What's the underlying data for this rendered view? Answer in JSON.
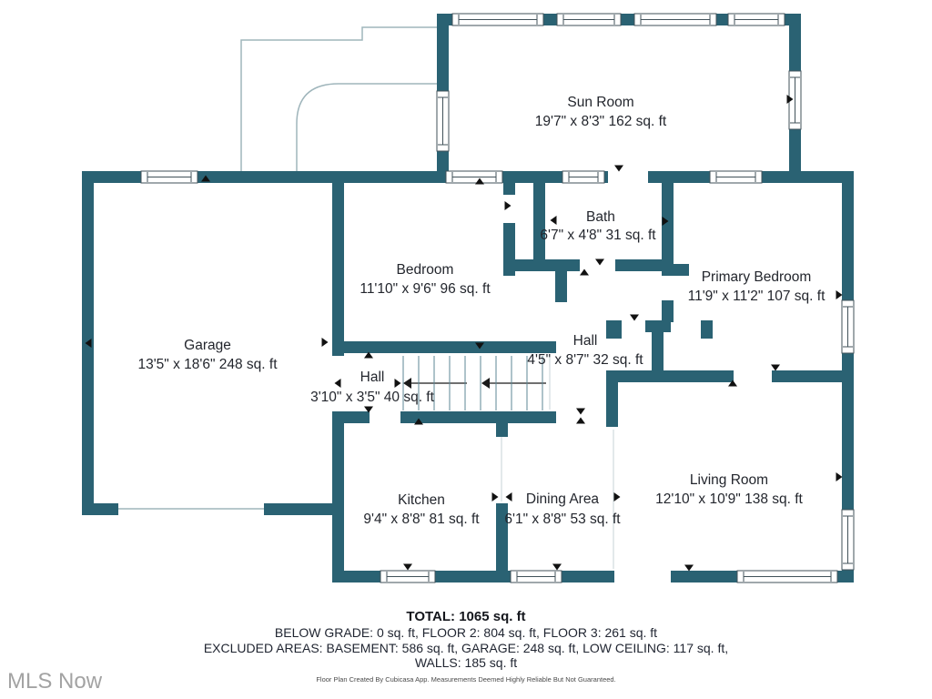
{
  "colors": {
    "wall": "#2a6273",
    "outline": "#9fb5bb",
    "text": "#23262d",
    "marker": "#111111",
    "watermark": "#a3a3a3"
  },
  "watermark": "MLS Now",
  "rooms": [
    {
      "name": "Sun Room",
      "dims": "19'7\" x 8'3\" 162 sq. ft"
    },
    {
      "name": "Bath",
      "dims": "6'7\" x 4'8\" 31 sq. ft"
    },
    {
      "name": "Bedroom",
      "dims": "11'10\" x 9'6\" 96 sq. ft"
    },
    {
      "name": "Primary Bedroom",
      "dims": "11'9\" x 11'2\" 107 sq. ft"
    },
    {
      "name": "Garage",
      "dims": "13'5\" x 18'6\" 248 sq. ft"
    },
    {
      "name": "Hall",
      "dims": "4'5\" x 8'7\" 32 sq. ft"
    },
    {
      "name": "Hall",
      "dims": "3'10\" x 3'5\" 40 sq. ft"
    },
    {
      "name": "Kitchen",
      "dims": "9'4\" x 8'8\" 81 sq. ft"
    },
    {
      "name": "Dining Area",
      "dims": "6'1\" x 8'8\" 53 sq. ft"
    },
    {
      "name": "Living Room",
      "dims": "12'10\" x 10'9\" 138 sq. ft"
    }
  ],
  "summary": {
    "total": "TOTAL: 1065 sq. ft",
    "line1": "BELOW GRADE: 0 sq. ft, FLOOR 2: 804 sq. ft, FLOOR 3: 261 sq. ft",
    "line2": "EXCLUDED AREAS: BASEMENT: 586 sq. ft, GARAGE: 248 sq. ft, LOW CEILING: 117 sq. ft,",
    "line3": "WALLS: 185 sq. ft",
    "disclaimer": "Floor Plan Created By Cubicasa App. Measurements Deemed Highly Reliable But Not Guaranteed."
  }
}
